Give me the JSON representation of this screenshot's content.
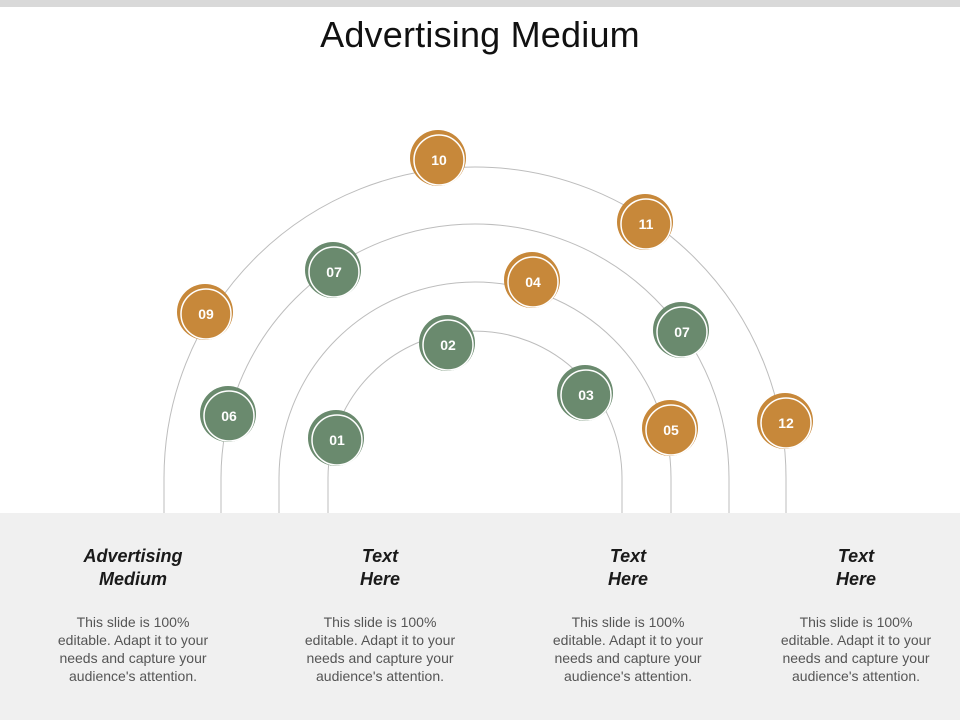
{
  "title": "Advertising Medium",
  "colors": {
    "orange": "#c7883a",
    "green": "#6a8a6e",
    "arc": "#bdbdbd",
    "panel": "#f0f0f0"
  },
  "nodes": [
    {
      "label": "01",
      "color": "green"
    },
    {
      "label": "02",
      "color": "green"
    },
    {
      "label": "03",
      "color": "green"
    },
    {
      "label": "04",
      "color": "orange"
    },
    {
      "label": "05",
      "color": "orange"
    },
    {
      "label": "06",
      "color": "green"
    },
    {
      "label": "07",
      "color": "green"
    },
    {
      "label": "07",
      "color": "green"
    },
    {
      "label": "09",
      "color": "orange"
    },
    {
      "label": "10",
      "color": "orange"
    },
    {
      "label": "11",
      "color": "orange"
    },
    {
      "label": "12",
      "color": "orange"
    }
  ],
  "columns": [
    {
      "heading": "Advertising\nMedium",
      "body": "This slide is 100% editable. Adapt it to your needs and capture your audience's attention."
    },
    {
      "heading": "Text\nHere",
      "body": "This slide is 100% editable. Adapt it to your needs and capture your audience's attention."
    },
    {
      "heading": "Text\nHere",
      "body": "This slide is 100% editable. Adapt it to your needs and capture your audience's attention."
    },
    {
      "heading": "Text\nHere",
      "body": "This slide is 100% editable. Adapt it to your needs and capture your audience's attention."
    }
  ]
}
